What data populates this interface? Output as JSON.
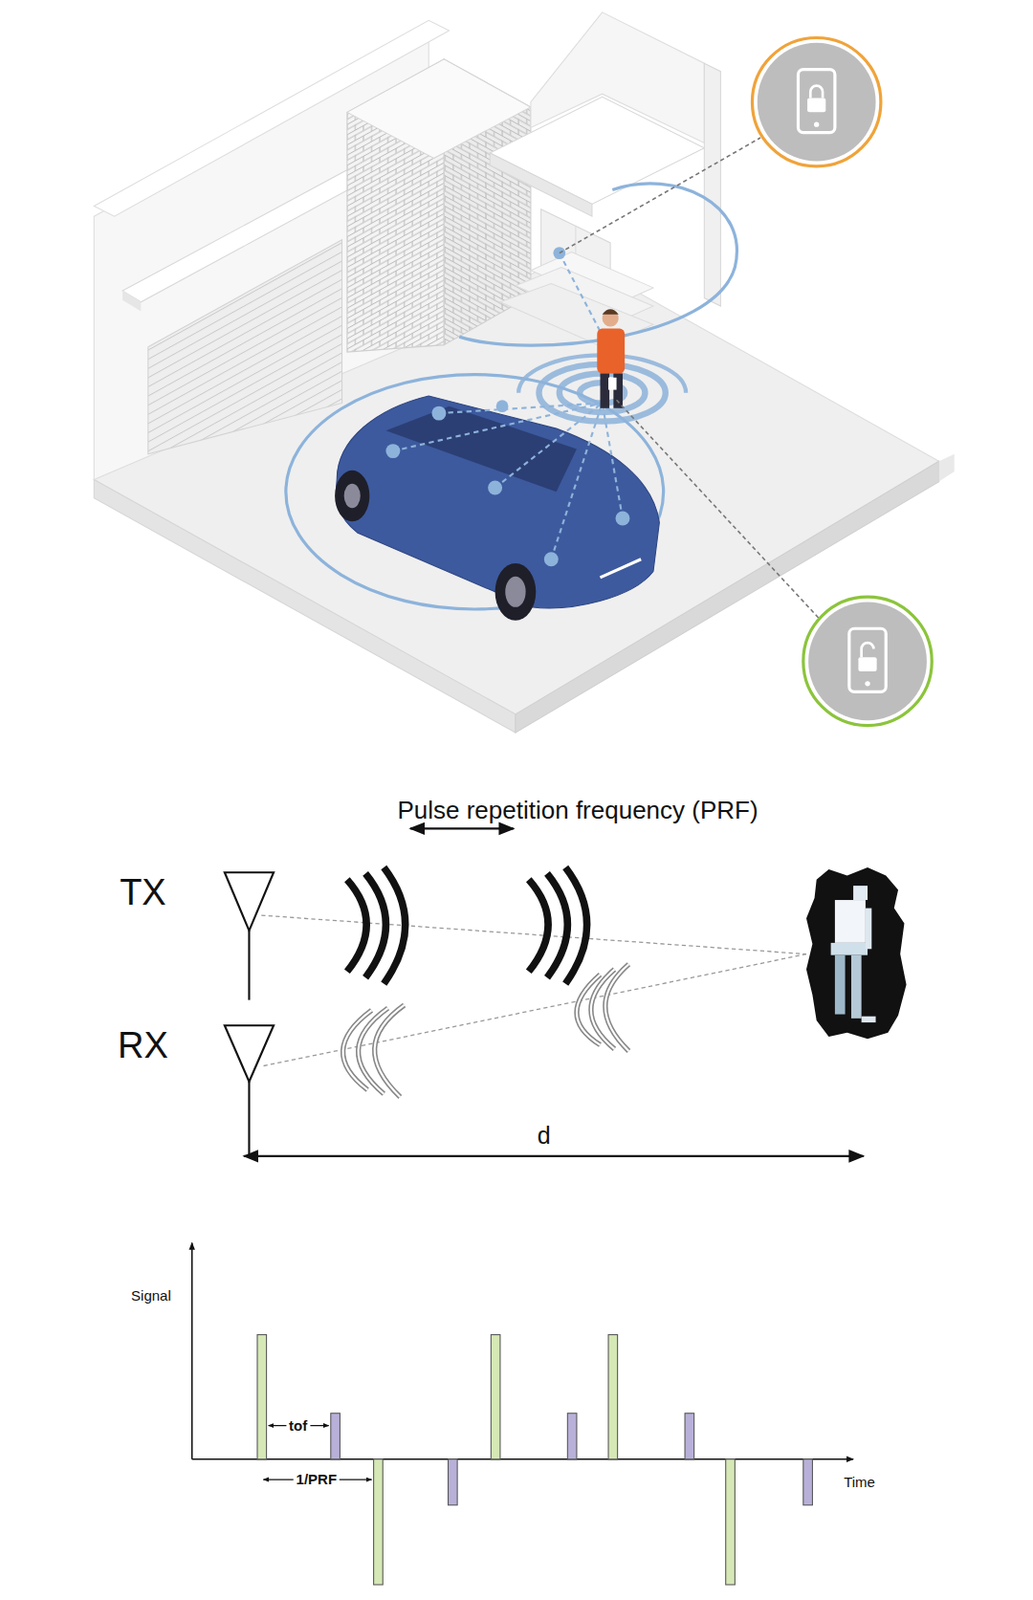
{
  "diagram": {
    "labels": [
      "Pulse repetition frequency (PRF)",
      "TX",
      "RX",
      "d",
      "Signal",
      "tof",
      "1/PRF",
      "Time"
    ]
  }
}
